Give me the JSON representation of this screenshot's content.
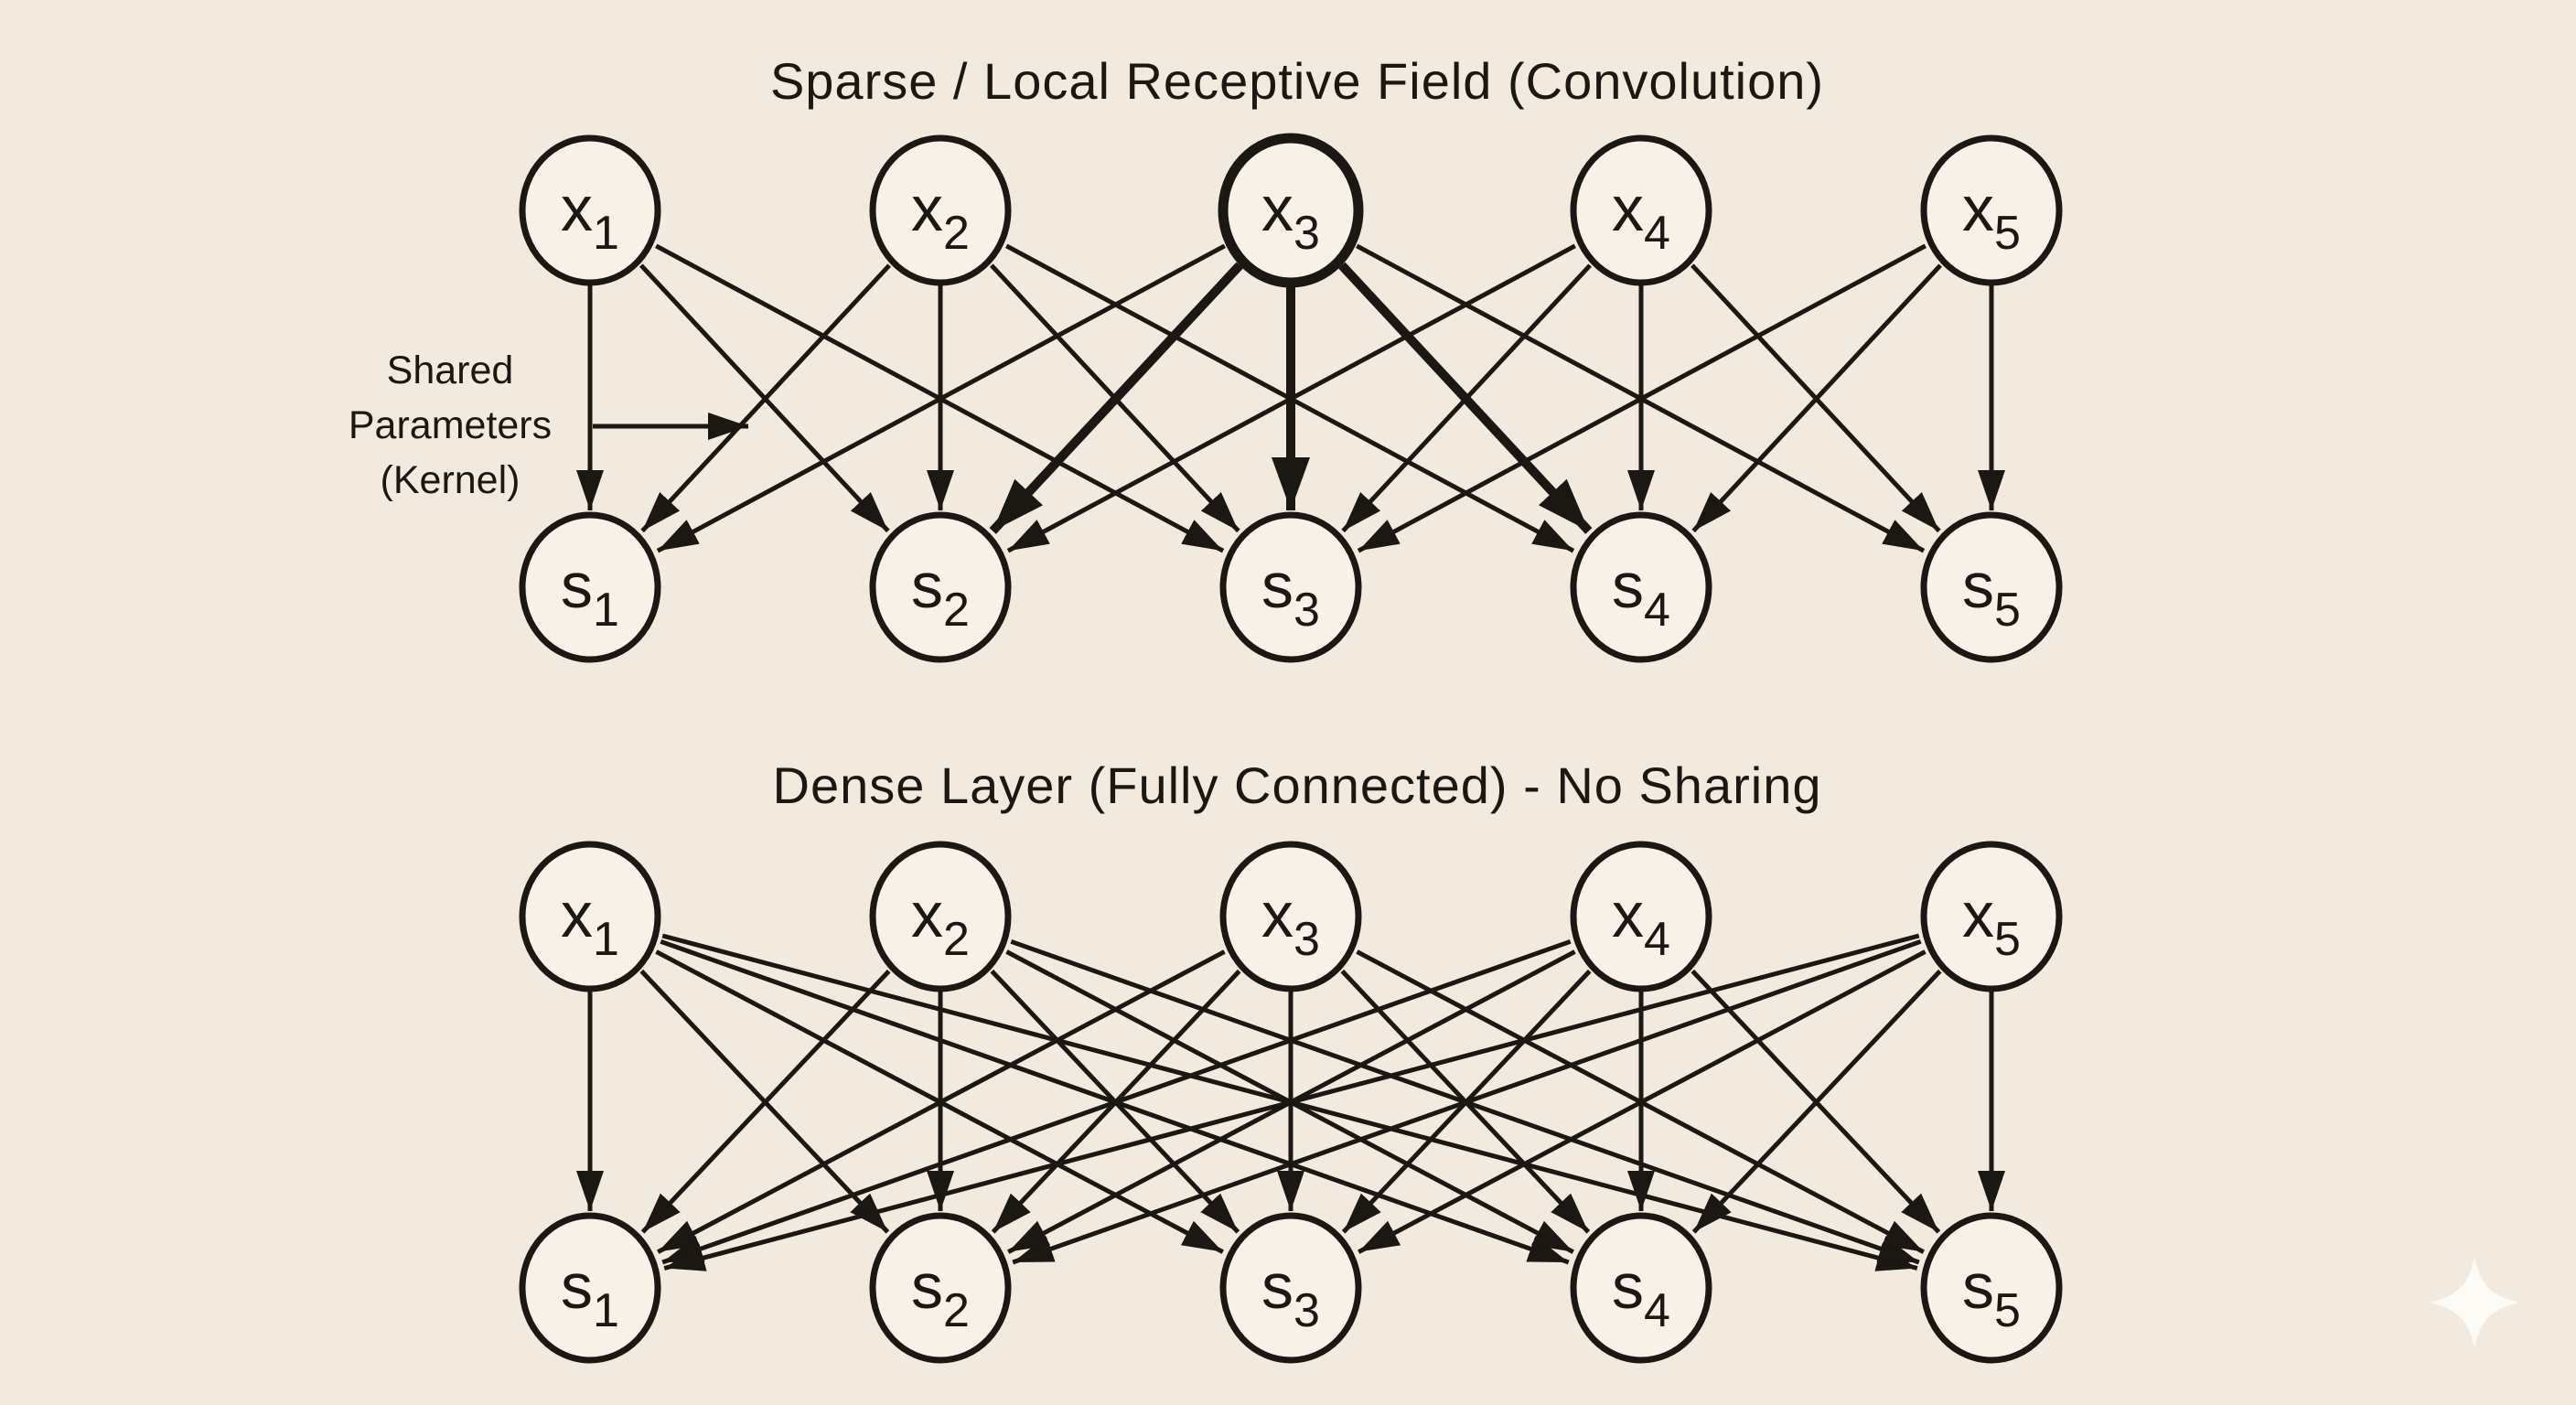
{
  "colors": {
    "background": "#f3eadf",
    "node_fill": "#f8f1e8",
    "ink": "#1b1713",
    "sparkle": "#fdfbf5"
  },
  "top": {
    "title": "Sparse / Local Receptive Field (Convolution)",
    "annotation": {
      "lines": [
        "Shared",
        "Parameters",
        "(Kernel)"
      ]
    },
    "highlighted_input": "x3",
    "inputs": [
      {
        "id": "x1",
        "base": "x",
        "sub": "1"
      },
      {
        "id": "x2",
        "base": "x",
        "sub": "2"
      },
      {
        "id": "x3",
        "base": "x",
        "sub": "3"
      },
      {
        "id": "x4",
        "base": "x",
        "sub": "4"
      },
      {
        "id": "x5",
        "base": "x",
        "sub": "5"
      }
    ],
    "outputs": [
      {
        "id": "s1",
        "base": "s",
        "sub": "1"
      },
      {
        "id": "s2",
        "base": "s",
        "sub": "2"
      },
      {
        "id": "s3",
        "base": "s",
        "sub": "3"
      },
      {
        "id": "s4",
        "base": "s",
        "sub": "4"
      },
      {
        "id": "s5",
        "base": "s",
        "sub": "5"
      }
    ],
    "edges": [
      {
        "from": 0,
        "to": 0,
        "bold": false
      },
      {
        "from": 0,
        "to": 1,
        "bold": false
      },
      {
        "from": 0,
        "to": 2,
        "bold": false
      },
      {
        "from": 1,
        "to": 0,
        "bold": false
      },
      {
        "from": 1,
        "to": 1,
        "bold": false
      },
      {
        "from": 1,
        "to": 2,
        "bold": false
      },
      {
        "from": 1,
        "to": 3,
        "bold": false
      },
      {
        "from": 2,
        "to": 0,
        "bold": false
      },
      {
        "from": 2,
        "to": 1,
        "bold": true
      },
      {
        "from": 2,
        "to": 2,
        "bold": true
      },
      {
        "from": 2,
        "to": 3,
        "bold": true
      },
      {
        "from": 2,
        "to": 4,
        "bold": false
      },
      {
        "from": 3,
        "to": 1,
        "bold": false
      },
      {
        "from": 3,
        "to": 2,
        "bold": false
      },
      {
        "from": 3,
        "to": 3,
        "bold": false
      },
      {
        "from": 3,
        "to": 4,
        "bold": false
      },
      {
        "from": 4,
        "to": 2,
        "bold": false
      },
      {
        "from": 4,
        "to": 3,
        "bold": false
      },
      {
        "from": 4,
        "to": 4,
        "bold": false
      }
    ]
  },
  "bottom": {
    "title": "Dense Layer (Fully Connected) - No Sharing",
    "inputs": [
      {
        "id": "x1",
        "base": "x",
        "sub": "1"
      },
      {
        "id": "x2",
        "base": "x",
        "sub": "2"
      },
      {
        "id": "x3",
        "base": "x",
        "sub": "3"
      },
      {
        "id": "x4",
        "base": "x",
        "sub": "4"
      },
      {
        "id": "x5",
        "base": "x",
        "sub": "5"
      }
    ],
    "outputs": [
      {
        "id": "s1",
        "base": "s",
        "sub": "1"
      },
      {
        "id": "s2",
        "base": "s",
        "sub": "2"
      },
      {
        "id": "s3",
        "base": "s",
        "sub": "3"
      },
      {
        "id": "s4",
        "base": "s",
        "sub": "4"
      },
      {
        "id": "s5",
        "base": "s",
        "sub": "5"
      }
    ],
    "edges": [
      {
        "from": 0,
        "to": 0,
        "bold": false
      },
      {
        "from": 0,
        "to": 1,
        "bold": false
      },
      {
        "from": 0,
        "to": 2,
        "bold": false
      },
      {
        "from": 0,
        "to": 3,
        "bold": false
      },
      {
        "from": 0,
        "to": 4,
        "bold": false
      },
      {
        "from": 1,
        "to": 0,
        "bold": false
      },
      {
        "from": 1,
        "to": 1,
        "bold": false
      },
      {
        "from": 1,
        "to": 2,
        "bold": false
      },
      {
        "from": 1,
        "to": 3,
        "bold": false
      },
      {
        "from": 1,
        "to": 4,
        "bold": false
      },
      {
        "from": 2,
        "to": 0,
        "bold": false
      },
      {
        "from": 2,
        "to": 1,
        "bold": false
      },
      {
        "from": 2,
        "to": 2,
        "bold": false
      },
      {
        "from": 2,
        "to": 3,
        "bold": false
      },
      {
        "from": 2,
        "to": 4,
        "bold": false
      },
      {
        "from": 3,
        "to": 0,
        "bold": false
      },
      {
        "from": 3,
        "to": 1,
        "bold": false
      },
      {
        "from": 3,
        "to": 2,
        "bold": false
      },
      {
        "from": 3,
        "to": 3,
        "bold": false
      },
      {
        "from": 3,
        "to": 4,
        "bold": false
      },
      {
        "from": 4,
        "to": 0,
        "bold": false
      },
      {
        "from": 4,
        "to": 1,
        "bold": false
      },
      {
        "from": 4,
        "to": 2,
        "bold": false
      },
      {
        "from": 4,
        "to": 3,
        "bold": false
      },
      {
        "from": 4,
        "to": 4,
        "bold": false
      }
    ]
  },
  "decoration": {
    "sparkle": "four-point-star"
  }
}
